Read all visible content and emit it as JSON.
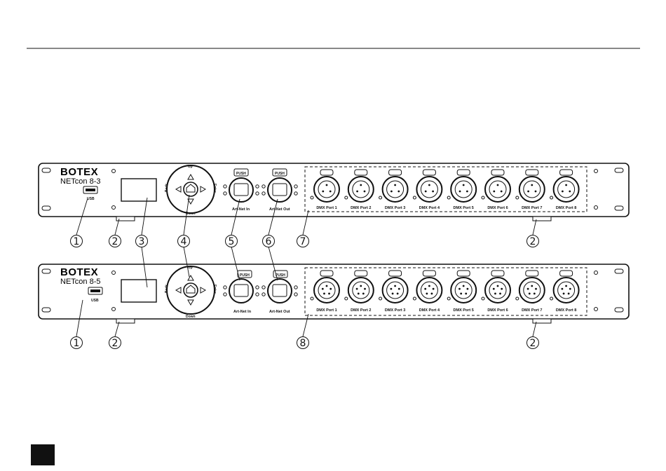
{
  "devices": [
    {
      "brand": "BOTEX",
      "model": "NETcon 8-3",
      "usb_label": "USB",
      "nav": {
        "up": "Up",
        "down": "Down",
        "back": "Back",
        "enter": "Enter"
      },
      "artnet_in": {
        "push": "PUSH",
        "label": "Art-Net In"
      },
      "artnet_out": {
        "push": "PUSH",
        "label": "Art-Net Out"
      },
      "pins": 3,
      "dmx_ports": [
        "DMX Port 1",
        "DMX Port 2",
        "DMX Port 3",
        "DMX Port 4",
        "DMX Port 5",
        "DMX Port 6",
        "DMX Port 7",
        "DMX Port 8"
      ],
      "callouts": [
        "1",
        "2",
        "3",
        "4",
        "5",
        "6",
        "7",
        "2"
      ]
    },
    {
      "brand": "BOTEX",
      "model": "NETcon 8-5",
      "usb_label": "USB",
      "nav": {
        "up": "Up",
        "down": "Down",
        "back": "Back",
        "enter": "Enter"
      },
      "artnet_in": {
        "push": "PUSH",
        "label": "Art-Net In"
      },
      "artnet_out": {
        "push": "PUSH",
        "label": "Art-Net Out"
      },
      "pins": 5,
      "dmx_ports": [
        "DMX Port 1",
        "DMX Port 2",
        "DMX Port 3",
        "DMX Port 4",
        "DMX Port 5",
        "DMX Port 6",
        "DMX Port 7",
        "DMX Port 8"
      ],
      "callouts": [
        "1",
        "2",
        "8",
        "2"
      ]
    }
  ]
}
